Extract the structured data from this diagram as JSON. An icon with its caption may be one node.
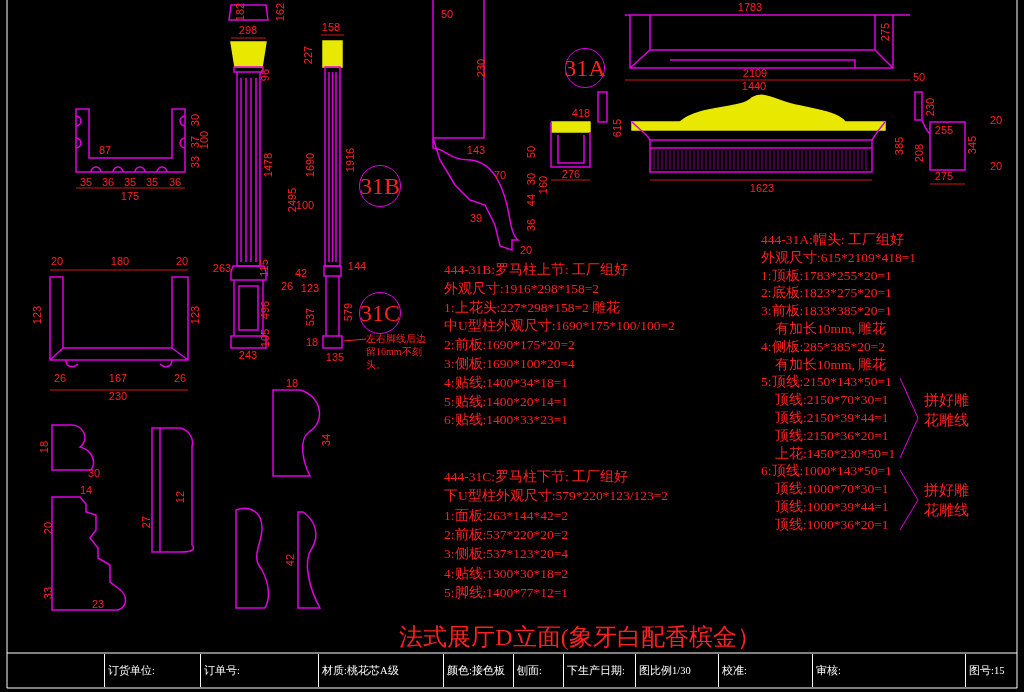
{
  "diagram": {
    "title": "法式展厅D立面(象牙白配香槟金）",
    "nodes": [
      {
        "text": [
          "31A"
        ]
      },
      {
        "text": [
          "31B"
        ]
      },
      {
        "text": [
          "31C"
        ]
      },
      {
        "text": [],
        "shape": "picture"
      },
      {
        "text": [
          "左右脚线后边留16mm不刻头。"
        ]
      }
    ],
    "edges": [
      {
        "from": 4,
        "to": 3,
        "arrow": "none"
      }
    ],
    "labels": [
      "182",
      "162",
      "298",
      "158",
      "227",
      "96",
      "1478",
      "2495",
      "1690",
      "1916",
      "100",
      "263",
      "115",
      "42",
      "144",
      "26",
      "123",
      "496",
      "537",
      "579",
      "18",
      "105",
      "243",
      "135",
      "87",
      "30",
      "37",
      "33",
      "100",
      "35",
      "36",
      "35",
      "35",
      "36",
      "175",
      "20",
      "180",
      "20",
      "123",
      "123",
      "26",
      "167",
      "26",
      "230",
      "18",
      "34",
      "18",
      "30",
      "14",
      "20",
      "33",
      "23",
      "27",
      "12",
      "42",
      "50",
      "230",
      "143",
      "50",
      "70",
      "30",
      "160",
      "39",
      "44",
      "36",
      "20",
      "1783",
      "275",
      "2109",
      "1440",
      "418",
      "615",
      "385",
      "276",
      "1623",
      "50",
      "230",
      "20",
      "255",
      "345",
      "208",
      "20",
      "275",
      "444-31B:罗马柱上节: 工厂组好",
      "外观尺寸:1916*298*158=2",
      "1:上花头:227*298*158=2 雕花",
      "中U型柱外观尺寸:1690*175*100/100=2",
      "2:前板:1690*175*20=2",
      "3:侧板:1690*100*20=4",
      "4:贴线:1400*34*18=1",
      "5:贴线:1400*20*14=1",
      "6:贴线:1400*33*23=1",
      "444-31C:罗马柱下节: 工厂组好",
      "下U型柱外观尺寸:579*220*123/123=2",
      "1:面板:263*144*42=2",
      "2:前板:537*220*20=2",
      "3:侧板:537*123*20=4",
      "4:贴线:1300*30*18=2",
      "5:脚线:1400*77*12=1",
      "444-31A:帽头: 工厂组好",
      "外观尺寸:615*2109*418=1",
      "1:顶板:1783*255*20=1",
      "2:底板:1823*275*20=1",
      "3:前板:1833*385*20=1",
      "有加长10mm, 雕花",
      "4:侧板:285*385*20=2",
      "有加长10mm, 雕花",
      "5:顶线:2150*143*50=1",
      "顶线:2150*70*30=1",
      "顶线:2150*39*44=1",
      "顶线:2150*36*20=1",
      "上花:1450*230*50=1",
      "6:顶线:1000*143*50=1",
      "顶线:1000*70*30=1",
      "顶线:1000*39*44=1",
      "顶线:1000*36*20=1",
      "拼好雕花雕线",
      "拼好雕花雕线",
      "订货单位:",
      "订单号:",
      "材质:桃花芯A级",
      "颜色:接色板",
      "刨面:",
      "下生产日期:",
      "图比例1/30",
      "校准:",
      "审核:",
      "图号:15"
    ]
  }
}
